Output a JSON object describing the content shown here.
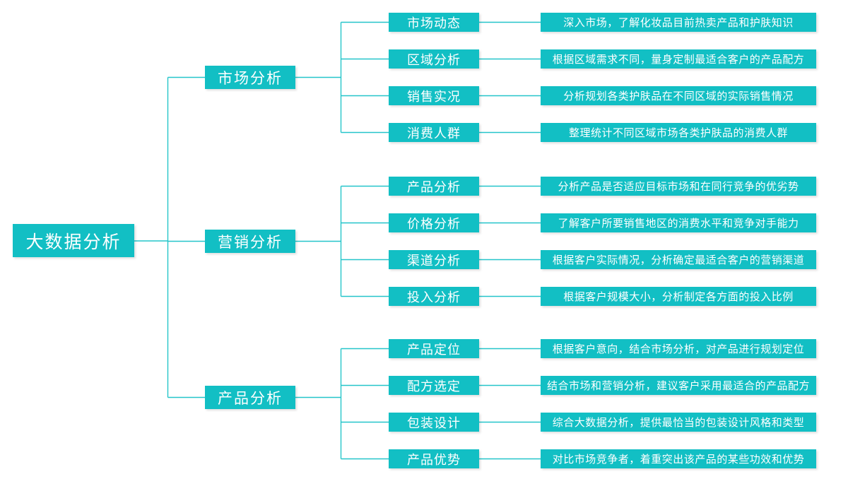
{
  "root": {
    "label": "大数据分析"
  },
  "branches": [
    {
      "label": "市场分析",
      "children": [
        {
          "label": "市场动态",
          "desc": "深入市场，了解化妆品目前热卖产品和护肤知识"
        },
        {
          "label": "区域分析",
          "desc": "根据区域需求不同，量身定制最适合客户的产品配方"
        },
        {
          "label": "销售实况",
          "desc": "分析规划各类护肤品在不同区域的实际销售情况"
        },
        {
          "label": "消费人群",
          "desc": "整理统计不同区域市场各类护肤品的消费人群"
        }
      ]
    },
    {
      "label": "营销分析",
      "children": [
        {
          "label": "产品分析",
          "desc": "分析产品是否适应目标市场和在同行竞争的优劣势"
        },
        {
          "label": "价格分析",
          "desc": "了解客户所要销售地区的消费水平和竞争对手能力"
        },
        {
          "label": "渠道分析",
          "desc": "根据客户实际情况，分析确定最适合客户的营销渠道"
        },
        {
          "label": "投入分析",
          "desc": "根据客户规模大小，分析制定各方面的投入比例"
        }
      ]
    },
    {
      "label": "产品分析",
      "children": [
        {
          "label": "产品定位",
          "desc": "根据客户意向，结合市场分析，对产品进行规划定位"
        },
        {
          "label": "配方选定",
          "desc": "结合市场和营销分析，建议客户采用最适合的产品配方"
        },
        {
          "label": "包装设计",
          "desc": "综合大数据分析，提供最恰当的包装设计风格和类型"
        },
        {
          "label": "产品优势",
          "desc": "对比市场竞争者，着重突出该产品的某些功效和优势"
        }
      ]
    }
  ],
  "colors": {
    "node": "#12BFC4",
    "line": "#25C5CA",
    "text": "#FFFFFF",
    "background": "#FFFFFF"
  }
}
